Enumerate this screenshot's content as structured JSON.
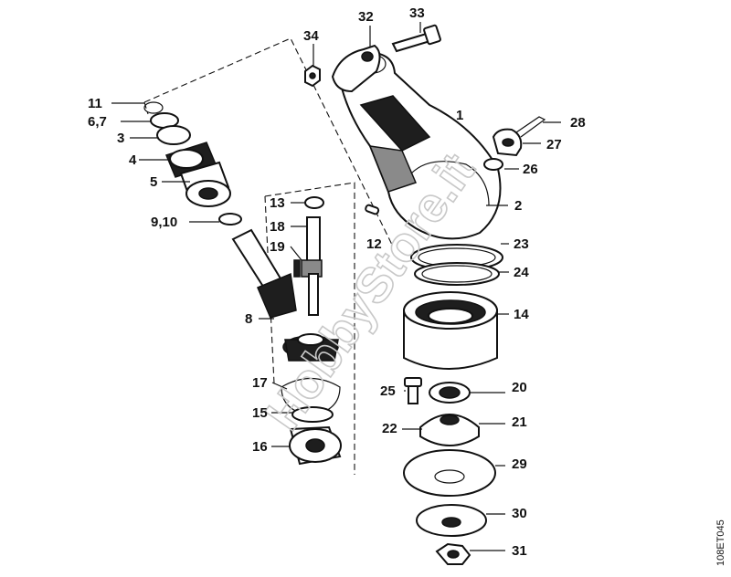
{
  "diagram": {
    "code": "108ET045",
    "watermark": "HobbyStore.it",
    "labels": {
      "l1": "1",
      "l2": "2",
      "l3": "3",
      "l4": "4",
      "l5": "5",
      "l67": "6,7",
      "l8": "8",
      "l910": "9,10",
      "l11": "11",
      "l12": "12",
      "l13": "13",
      "l14": "14",
      "l15": "15",
      "l16": "16",
      "l17": "17",
      "l18": "18",
      "l19": "19",
      "l20": "20",
      "l21": "21",
      "l22": "22",
      "l23": "23",
      "l24": "24",
      "l25": "25",
      "l26": "26",
      "l27": "27",
      "l28": "28",
      "l29": "29",
      "l30": "30",
      "l31": "31",
      "l32": "32",
      "l33": "33",
      "l34": "34"
    }
  }
}
